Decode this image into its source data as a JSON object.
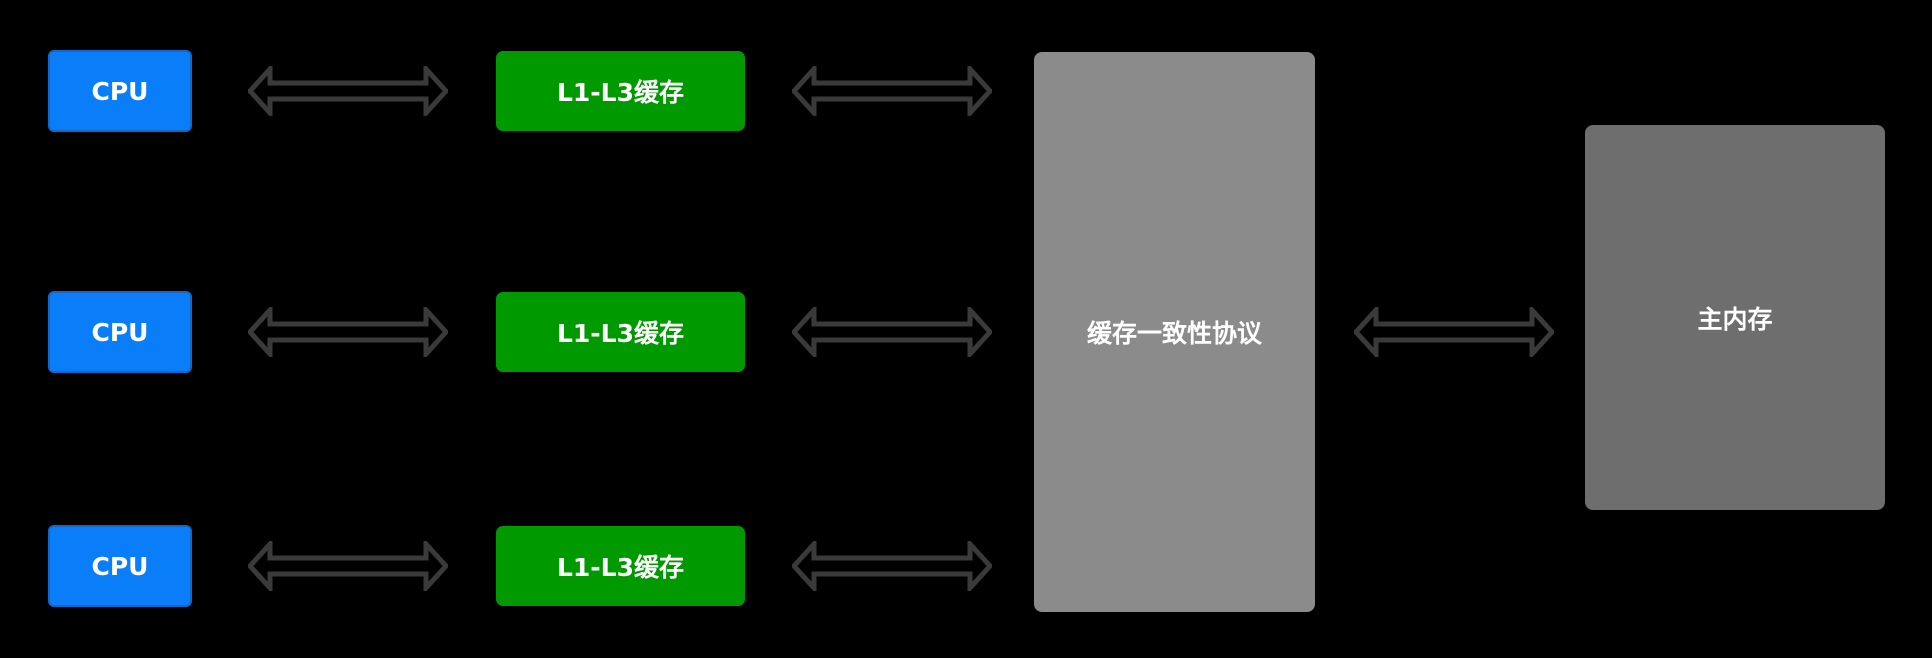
{
  "diagram": {
    "cpus": [
      {
        "label": "CPU"
      },
      {
        "label": "CPU"
      },
      {
        "label": "CPU"
      }
    ],
    "caches": [
      {
        "label": "L1-L3缓存"
      },
      {
        "label": "L1-L3缓存"
      },
      {
        "label": "L1-L3缓存"
      }
    ],
    "protocol": {
      "label": "缓存一致性协议"
    },
    "memory": {
      "label": "主内存"
    },
    "colors": {
      "background": "#000000",
      "cpu": "#0a7df8",
      "cache": "#009a00",
      "protocol": "#8b8b8b",
      "memory": "#6e6e6e",
      "arrow_fill": "#000000",
      "arrow_stroke": "#3a3a3a"
    },
    "arrow_icon": "double-headed-arrow"
  }
}
